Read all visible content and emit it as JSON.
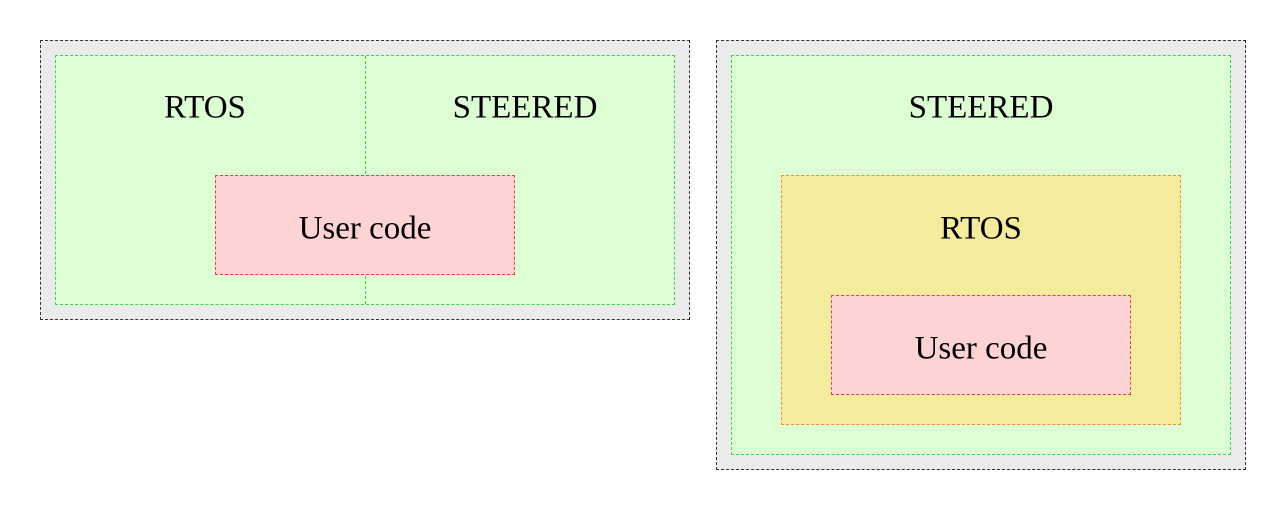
{
  "left_diagram": {
    "rtos_label": "RTOS",
    "steered_label": "STEERED",
    "user_code_label": "User code"
  },
  "right_diagram": {
    "steered_label": "STEERED",
    "rtos_label": "RTOS",
    "user_code_label": "User code"
  }
}
